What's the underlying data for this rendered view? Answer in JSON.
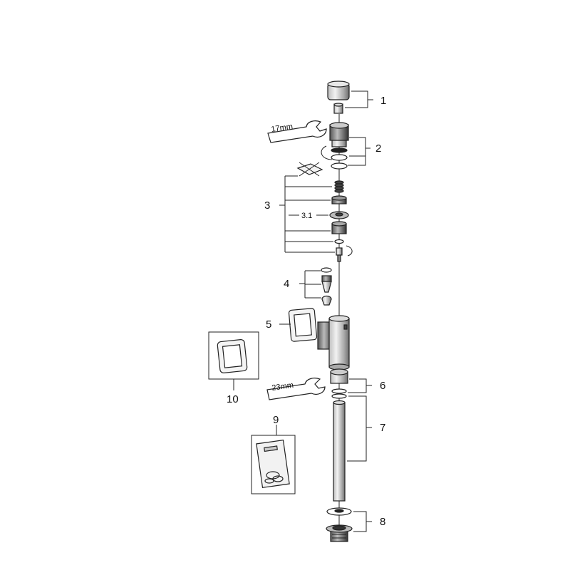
{
  "callouts": {
    "c1": "1",
    "c2": "2",
    "c3": "3",
    "c3_1": "3.1",
    "c4": "4",
    "c5": "5",
    "c6": "6",
    "c7": "7",
    "c8": "8",
    "c9": "9",
    "c10": "10"
  },
  "wrenches": {
    "top": "17mm",
    "bottom": "23mm"
  },
  "colors": {
    "stroke": "#222222",
    "dark": "#333333",
    "mid": "#9a9a9a",
    "light": "#e6e6e6"
  }
}
